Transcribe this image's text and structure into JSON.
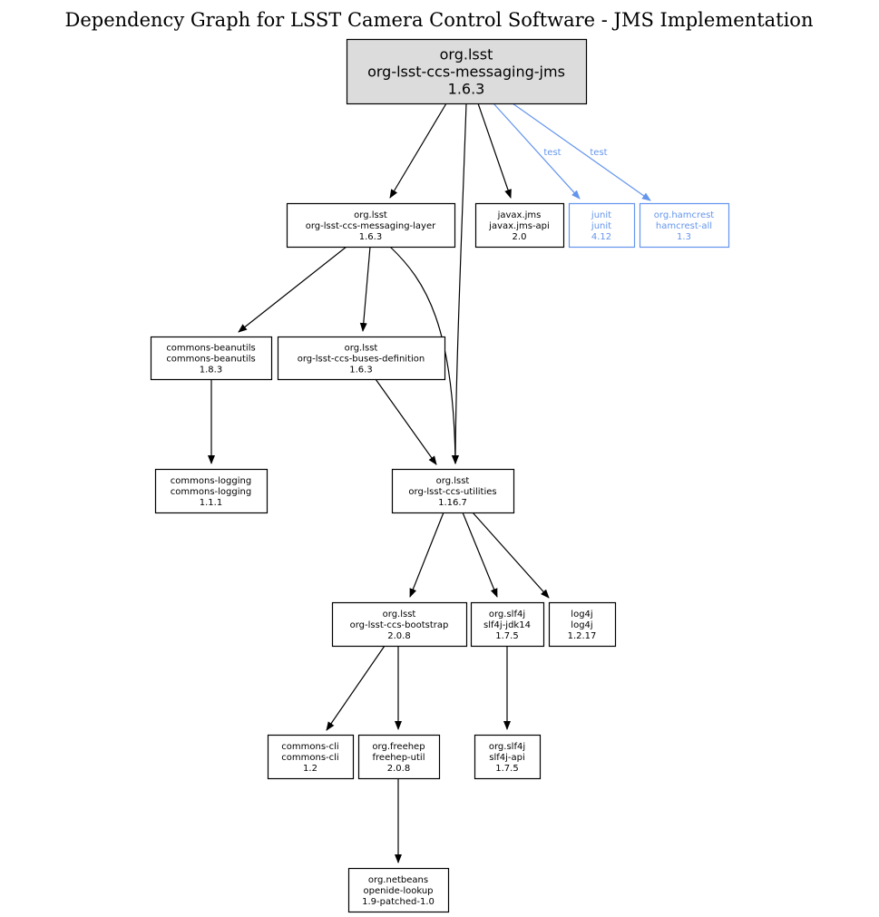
{
  "title": "Dependency Graph for LSST Camera Control Software - JMS Implementation",
  "colors": {
    "compile": "#000000",
    "test": "#6495ed",
    "root_fill": "#dcdcdc"
  },
  "nodes": [
    {
      "id": "root",
      "group": "org.lsst",
      "artifact": "org-lsst-ccs-messaging-jms",
      "version": "1.6.3",
      "scope": "root"
    },
    {
      "id": "messaging-layer",
      "group": "org.lsst",
      "artifact": "org-lsst-ccs-messaging-layer",
      "version": "1.6.3",
      "scope": "compile"
    },
    {
      "id": "jms-api",
      "group": "javax.jms",
      "artifact": "javax.jms-api",
      "version": "2.0",
      "scope": "compile"
    },
    {
      "id": "junit",
      "group": "junit",
      "artifact": "junit",
      "version": "4.12",
      "scope": "test"
    },
    {
      "id": "hamcrest",
      "group": "org.hamcrest",
      "artifact": "hamcrest-all",
      "version": "1.3",
      "scope": "test"
    },
    {
      "id": "beanutils",
      "group": "commons-beanutils",
      "artifact": "commons-beanutils",
      "version": "1.8.3",
      "scope": "compile"
    },
    {
      "id": "buses-definition",
      "group": "org.lsst",
      "artifact": "org-lsst-ccs-buses-definition",
      "version": "1.6.3",
      "scope": "compile"
    },
    {
      "id": "commons-logging",
      "group": "commons-logging",
      "artifact": "commons-logging",
      "version": "1.1.1",
      "scope": "compile"
    },
    {
      "id": "utilities",
      "group": "org.lsst",
      "artifact": "org-lsst-ccs-utilities",
      "version": "1.16.7",
      "scope": "compile"
    },
    {
      "id": "bootstrap",
      "group": "org.lsst",
      "artifact": "org-lsst-ccs-bootstrap",
      "version": "2.0.8",
      "scope": "compile"
    },
    {
      "id": "slf4j-jdk14",
      "group": "org.slf4j",
      "artifact": "slf4j-jdk14",
      "version": "1.7.5",
      "scope": "compile"
    },
    {
      "id": "log4j",
      "group": "log4j",
      "artifact": "log4j",
      "version": "1.2.17",
      "scope": "compile"
    },
    {
      "id": "commons-cli",
      "group": "commons-cli",
      "artifact": "commons-cli",
      "version": "1.2",
      "scope": "compile"
    },
    {
      "id": "freehep-util",
      "group": "org.freehep",
      "artifact": "freehep-util",
      "version": "2.0.8",
      "scope": "compile"
    },
    {
      "id": "slf4j-api",
      "group": "org.slf4j",
      "artifact": "slf4j-api",
      "version": "1.7.5",
      "scope": "compile"
    },
    {
      "id": "openide-lookup",
      "group": "org.netbeans",
      "artifact": "openide-lookup",
      "version": "1.9-patched-1.0",
      "scope": "compile"
    }
  ],
  "edges": [
    {
      "from": "root",
      "to": "messaging-layer",
      "scope": "compile",
      "label": ""
    },
    {
      "from": "root",
      "to": "utilities",
      "scope": "compile",
      "label": ""
    },
    {
      "from": "root",
      "to": "jms-api",
      "scope": "compile",
      "label": ""
    },
    {
      "from": "root",
      "to": "junit",
      "scope": "test",
      "label": "test"
    },
    {
      "from": "root",
      "to": "hamcrest",
      "scope": "test",
      "label": "test"
    },
    {
      "from": "messaging-layer",
      "to": "beanutils",
      "scope": "compile",
      "label": ""
    },
    {
      "from": "messaging-layer",
      "to": "buses-definition",
      "scope": "compile",
      "label": ""
    },
    {
      "from": "messaging-layer",
      "to": "utilities",
      "scope": "compile",
      "label": ""
    },
    {
      "from": "beanutils",
      "to": "commons-logging",
      "scope": "compile",
      "label": ""
    },
    {
      "from": "buses-definition",
      "to": "utilities",
      "scope": "compile",
      "label": ""
    },
    {
      "from": "utilities",
      "to": "bootstrap",
      "scope": "compile",
      "label": ""
    },
    {
      "from": "utilities",
      "to": "slf4j-jdk14",
      "scope": "compile",
      "label": ""
    },
    {
      "from": "utilities",
      "to": "log4j",
      "scope": "compile",
      "label": ""
    },
    {
      "from": "bootstrap",
      "to": "commons-cli",
      "scope": "compile",
      "label": ""
    },
    {
      "from": "bootstrap",
      "to": "freehep-util",
      "scope": "compile",
      "label": ""
    },
    {
      "from": "slf4j-jdk14",
      "to": "slf4j-api",
      "scope": "compile",
      "label": ""
    },
    {
      "from": "freehep-util",
      "to": "openide-lookup",
      "scope": "compile",
      "label": ""
    }
  ]
}
